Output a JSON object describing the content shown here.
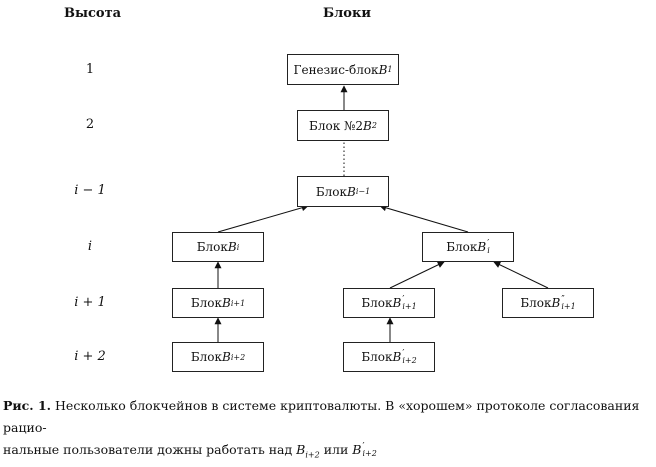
{
  "headers": {
    "height": "Высота",
    "blocks": "Блоки"
  },
  "levels": [
    "1",
    "2",
    "i − 1",
    "i",
    "i + 1",
    "i + 2"
  ],
  "nodes": {
    "genesis": {
      "text": "Генезис-блок ",
      "var": "B",
      "sub": "1"
    },
    "b2": {
      "text": "Блок №2 ",
      "var": "B",
      "sub": "2"
    },
    "bim1": {
      "text": "Блок ",
      "var": "B",
      "sub": "i−1"
    },
    "bi": {
      "text": "Блок ",
      "var": "B",
      "sub": "i"
    },
    "bpi": {
      "text": "Блок ",
      "var": "B",
      "prime": "′",
      "sub": "i"
    },
    "bi1": {
      "text": "Блок ",
      "var": "B",
      "sub": "i+1"
    },
    "bpi1": {
      "text": "Блок ",
      "var": "B",
      "prime": "′",
      "sub": "i+1"
    },
    "bppi1": {
      "text": "Блок ",
      "var": "B",
      "prime": "″",
      "sub": "i+1"
    },
    "bi2": {
      "text": "Блок ",
      "var": "B",
      "sub": "i+2"
    },
    "bpi2": {
      "text": "Блок ",
      "var": "B",
      "prime": "′",
      "sub": "i+2"
    }
  },
  "caption": {
    "label": "Рис. 1.",
    "line1": " Несколько блокчейнов в системе криптовалюты. В «хорошем» протоколе согласования рацио-",
    "line2": "нальные пользователи дожны работать над ",
    "var1": "B",
    "sub1": "i+2",
    "mid": " или ",
    "var2": "B",
    "prime2": "′",
    "sub2": "i+2"
  }
}
